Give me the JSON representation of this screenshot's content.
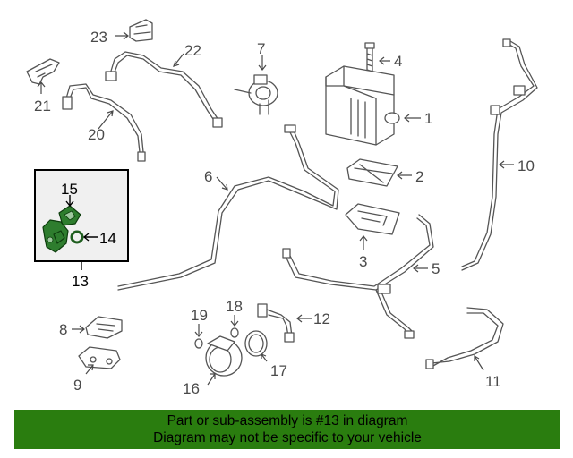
{
  "callouts": {
    "c1": "1",
    "c2": "2",
    "c3": "3",
    "c4": "4",
    "c5": "5",
    "c6": "6",
    "c7": "7",
    "c8": "8",
    "c9": "9",
    "c10": "10",
    "c11": "11",
    "c12": "12",
    "c13": "13",
    "c14": "14",
    "c15": "15",
    "c16": "16",
    "c17": "17",
    "c18": "18",
    "c19": "19",
    "c20": "20",
    "c21": "21",
    "c22": "22",
    "c23": "23"
  },
  "banner": {
    "line1": "Part or sub-assembly is #13 in diagram",
    "line2": "Diagram may not be specific to your vehicle"
  },
  "colors": {
    "banner_bg": "#2a7d0f",
    "highlight_part": "#2e7d2e",
    "inset_bg": "#f0f0f0"
  }
}
